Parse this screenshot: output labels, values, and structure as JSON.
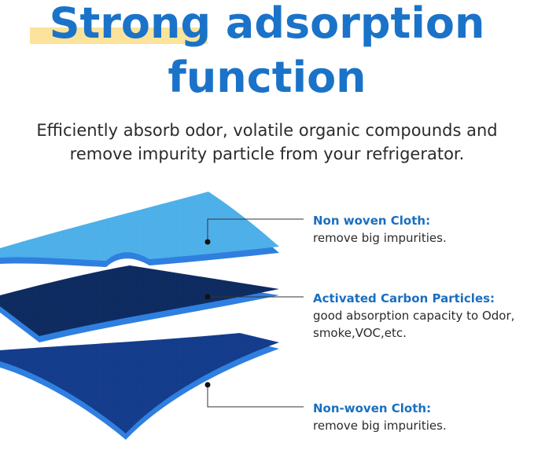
{
  "title": {
    "line1": "Strong adsorption",
    "line2": "function"
  },
  "subtitle": {
    "line1": "Efficiently absorb odor, volatile organic compounds and",
    "line2": "remove impurity particle from your refrigerator."
  },
  "layers": [
    {
      "name": "Non woven Cloth:",
      "desc_lines": [
        "remove big impurities."
      ],
      "color": "#4aaee8"
    },
    {
      "name": "Activated Carbon Particles:",
      "desc_lines": [
        "good absorption capacity to Odor,",
        "smoke,VOC,etc."
      ],
      "color": "#0d2a5e"
    },
    {
      "name": "Non-woven Cloth:",
      "desc_lines": [
        "remove big impurities."
      ],
      "color": "#133b8a"
    }
  ],
  "colors": {
    "title": "#1a73c8",
    "highlight": "#fbe39b",
    "label_heading": "#1a6fc0",
    "edge": "#2f7fe0"
  }
}
